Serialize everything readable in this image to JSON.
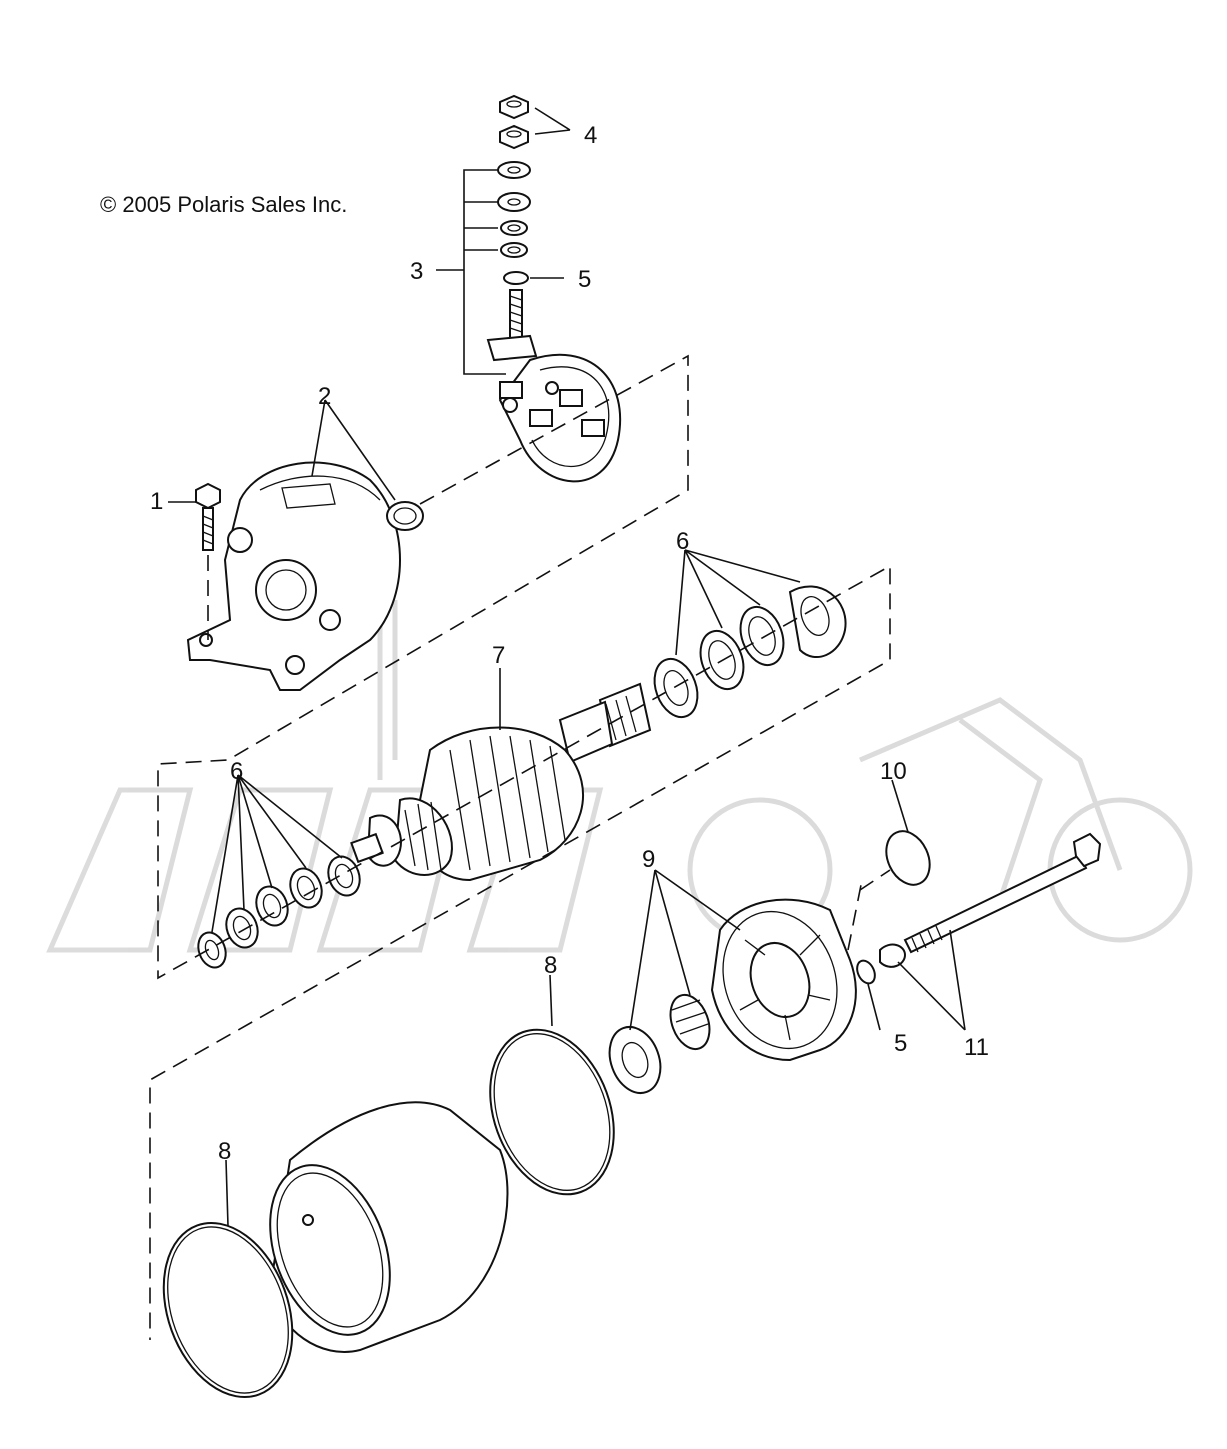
{
  "diagram": {
    "copyright": "© 2005 Polaris Sales Inc.",
    "callouts": {
      "c1": "1",
      "c2": "2",
      "c3": "3",
      "c4": "4",
      "c5a": "5",
      "c5b": "5",
      "c6a": "6",
      "c6b": "6",
      "c7": "7",
      "c8a": "8",
      "c8b": "8",
      "c9": "9",
      "c10": "10",
      "c11": "11"
    }
  }
}
